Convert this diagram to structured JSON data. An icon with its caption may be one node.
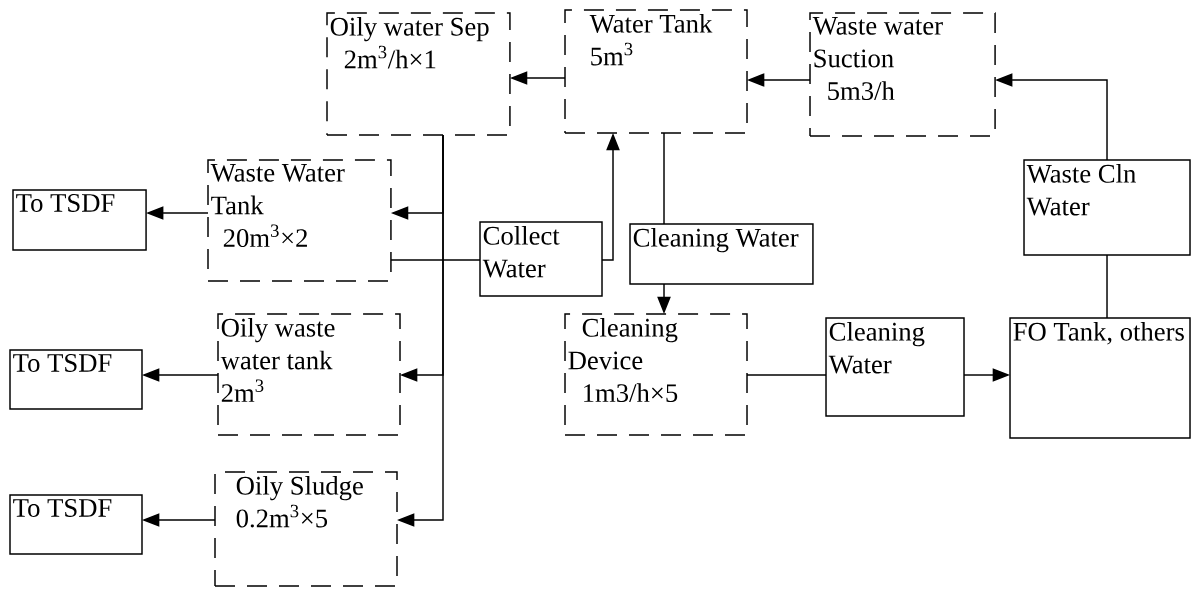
{
  "diagram": {
    "nodes": [
      {
        "text": [
          "Oily water Sep",
          "2m$^{3}$/h×1"
        ]
      },
      {
        "text": [
          "Water Tank",
          "5m$^{3}$"
        ]
      },
      {
        "text": [
          "Waste water Suction",
          "5m3/h"
        ]
      },
      {
        "text": [
          "Waste Water Tank",
          "20m$^{3}$×2"
        ]
      },
      {
        "text": [
          "To TSDF"
        ]
      },
      {
        "text": [
          "Collect Water"
        ]
      },
      {
        "text": [
          "Cleaning Water"
        ]
      },
      {
        "text": [
          "Waste Cln Water"
        ]
      },
      {
        "text": [
          "Oily waste water tank",
          "2m$^{3}$"
        ]
      },
      {
        "text": [
          "To TSDF"
        ]
      },
      {
        "text": [
          "Cleaning Device",
          "1m3/h×5"
        ]
      },
      {
        "text": [
          "Cleaning Water"
        ]
      },
      {
        "text": [
          "FO Tank, others"
        ]
      },
      {
        "text": [
          "Oily Sludge",
          "0.2m$^{3}$×5"
        ]
      },
      {
        "text": [
          "To TSDF"
        ]
      }
    ],
    "edges": [
      {
        "from": 1,
        "to": 0,
        "arrow": "to"
      },
      {
        "from": 2,
        "to": 1,
        "arrow": "to"
      },
      {
        "from": 7,
        "to": 2,
        "arrow": "to"
      },
      {
        "from": 12,
        "to": 7,
        "arrow": "none"
      },
      {
        "from": 0,
        "to": 3,
        "arrow": "to"
      },
      {
        "from": 0,
        "to": 8,
        "arrow": "to"
      },
      {
        "from": 0,
        "to": 13,
        "arrow": "to"
      },
      {
        "from": 3,
        "to": 4,
        "arrow": "to"
      },
      {
        "from": 3,
        "to": 5,
        "arrow": "none"
      },
      {
        "from": 5,
        "to": 1,
        "arrow": "to"
      },
      {
        "from": 1,
        "to": 6,
        "arrow": "none"
      },
      {
        "from": 6,
        "to": 10,
        "arrow": "to"
      },
      {
        "from": 10,
        "to": 11,
        "arrow": "none"
      },
      {
        "from": 11,
        "to": 12,
        "arrow": "to"
      },
      {
        "from": 8,
        "to": 9,
        "arrow": "to"
      },
      {
        "from": 13,
        "to": 14,
        "arrow": "to"
      }
    ]
  }
}
